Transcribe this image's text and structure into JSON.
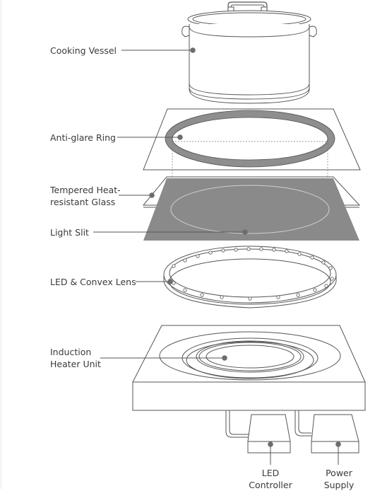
{
  "labels": {
    "cooking_vessel": "Cooking Vessel",
    "anti_glare_ring": "Anti-glare Ring",
    "tempered_glass_line1": "Tempered Heat-",
    "tempered_glass_line2": "resistant Glass",
    "light_slit": "Light Slit",
    "led_convex_lens": "LED & Convex Lens",
    "induction_line1": "Induction",
    "induction_line2": "Heater Unit",
    "led_controller_line1": "LED",
    "led_controller_line2": "Controller",
    "power_supply_line1": "Power",
    "power_supply_line2": "Supply"
  },
  "colors": {
    "line": "#555555",
    "fill_dark": "#8a8a8a",
    "ring_fill": "#9a9a9a",
    "callout_dot": "#6d6d6d"
  }
}
